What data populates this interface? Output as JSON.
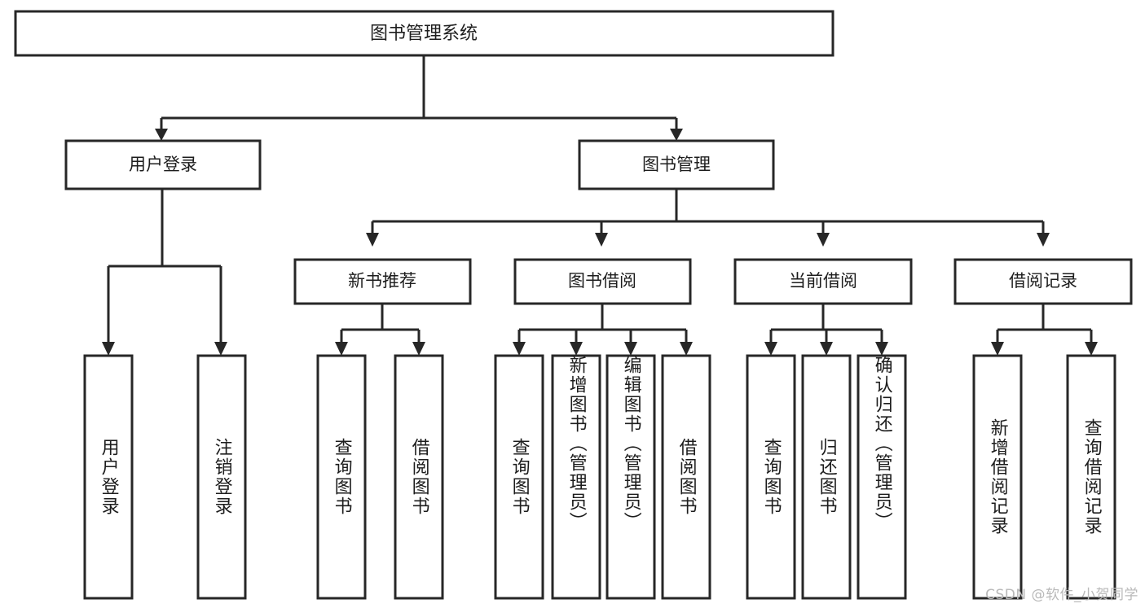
{
  "diagram": {
    "title": "图书管理系统",
    "type": "tree-hierarchy-diagram",
    "colors": {
      "background": "#ffffff",
      "box_fill": "#ffffff",
      "box_stroke": "#272727",
      "connector": "#272727",
      "text": "#1d1d1d",
      "watermark": "#b9b9b9"
    },
    "root": {
      "label": "图书管理系统",
      "orientation": "horizontal"
    },
    "level2": [
      {
        "label": "用户登录",
        "orientation": "horizontal"
      },
      {
        "label": "图书管理",
        "orientation": "horizontal"
      }
    ],
    "level3": [
      {
        "label": "新书推荐",
        "orientation": "horizontal",
        "parent": "图书管理"
      },
      {
        "label": "图书借阅",
        "orientation": "horizontal",
        "parent": "图书管理"
      },
      {
        "label": "当前借阅",
        "orientation": "horizontal",
        "parent": "图书管理"
      },
      {
        "label": "借阅记录",
        "orientation": "horizontal",
        "parent": "图书管理"
      }
    ],
    "leaves": [
      {
        "label": "用户登录",
        "orientation": "vertical",
        "parent": "用户登录"
      },
      {
        "label": "注销登录",
        "orientation": "vertical",
        "parent": "用户登录"
      },
      {
        "label": "查询图书",
        "orientation": "vertical",
        "parent": "新书推荐"
      },
      {
        "label": "借阅图书",
        "orientation": "vertical",
        "parent": "新书推荐"
      },
      {
        "label": "查询图书",
        "orientation": "vertical",
        "parent": "图书借阅"
      },
      {
        "label": "新增图书（管理员）",
        "orientation": "vertical",
        "parent": "图书借阅"
      },
      {
        "label": "编辑图书（管理员）",
        "orientation": "vertical",
        "parent": "图书借阅"
      },
      {
        "label": "借阅图书",
        "orientation": "vertical",
        "parent": "图书借阅"
      },
      {
        "label": "查询图书",
        "orientation": "vertical",
        "parent": "当前借阅"
      },
      {
        "label": "归还图书",
        "orientation": "vertical",
        "parent": "当前借阅"
      },
      {
        "label": "确认归还（管理员）",
        "orientation": "vertical",
        "parent": "当前借阅"
      },
      {
        "label": "新增借阅记录",
        "orientation": "vertical",
        "parent": "借阅记录"
      },
      {
        "label": "查询借阅记录",
        "orientation": "vertical",
        "parent": "借阅记录"
      }
    ]
  },
  "watermark": {
    "text": "CSDN @软件_小贺同学"
  }
}
